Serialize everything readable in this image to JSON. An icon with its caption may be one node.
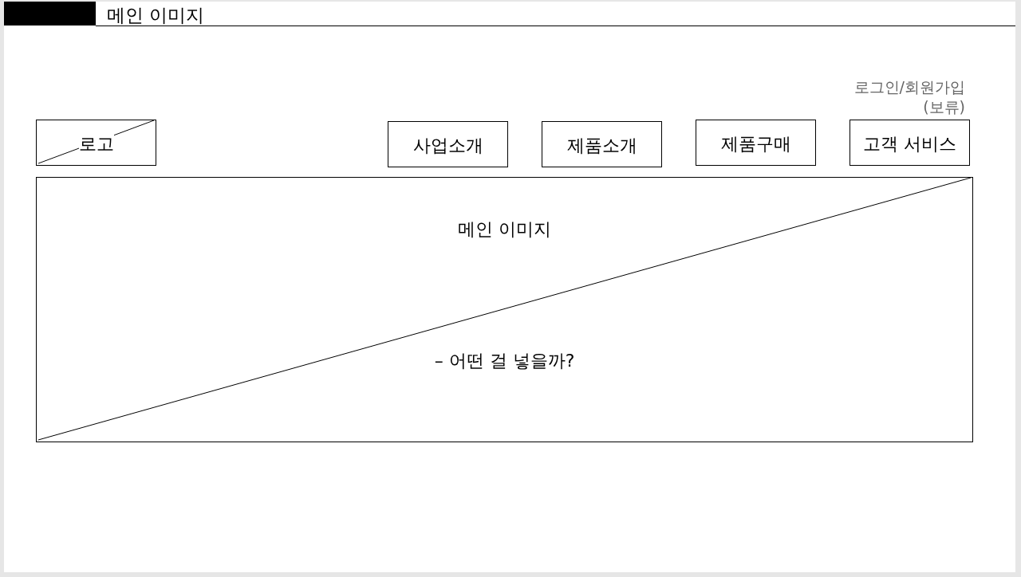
{
  "diagram": {
    "title": "메인 이미지",
    "nodes": [
      {
        "text": [
          "로고"
        ]
      },
      {
        "text": [
          "사업소개"
        ]
      },
      {
        "text": [
          "제품소개"
        ]
      },
      {
        "text": [
          "제품구매"
        ]
      },
      {
        "text": [
          "고객 서비스"
        ]
      },
      {
        "text": [
          "메인 이미지",
          "– 어떤 걸 넣을까?"
        ]
      }
    ],
    "labels": [
      "로그인/회원가입 (보류)"
    ]
  }
}
